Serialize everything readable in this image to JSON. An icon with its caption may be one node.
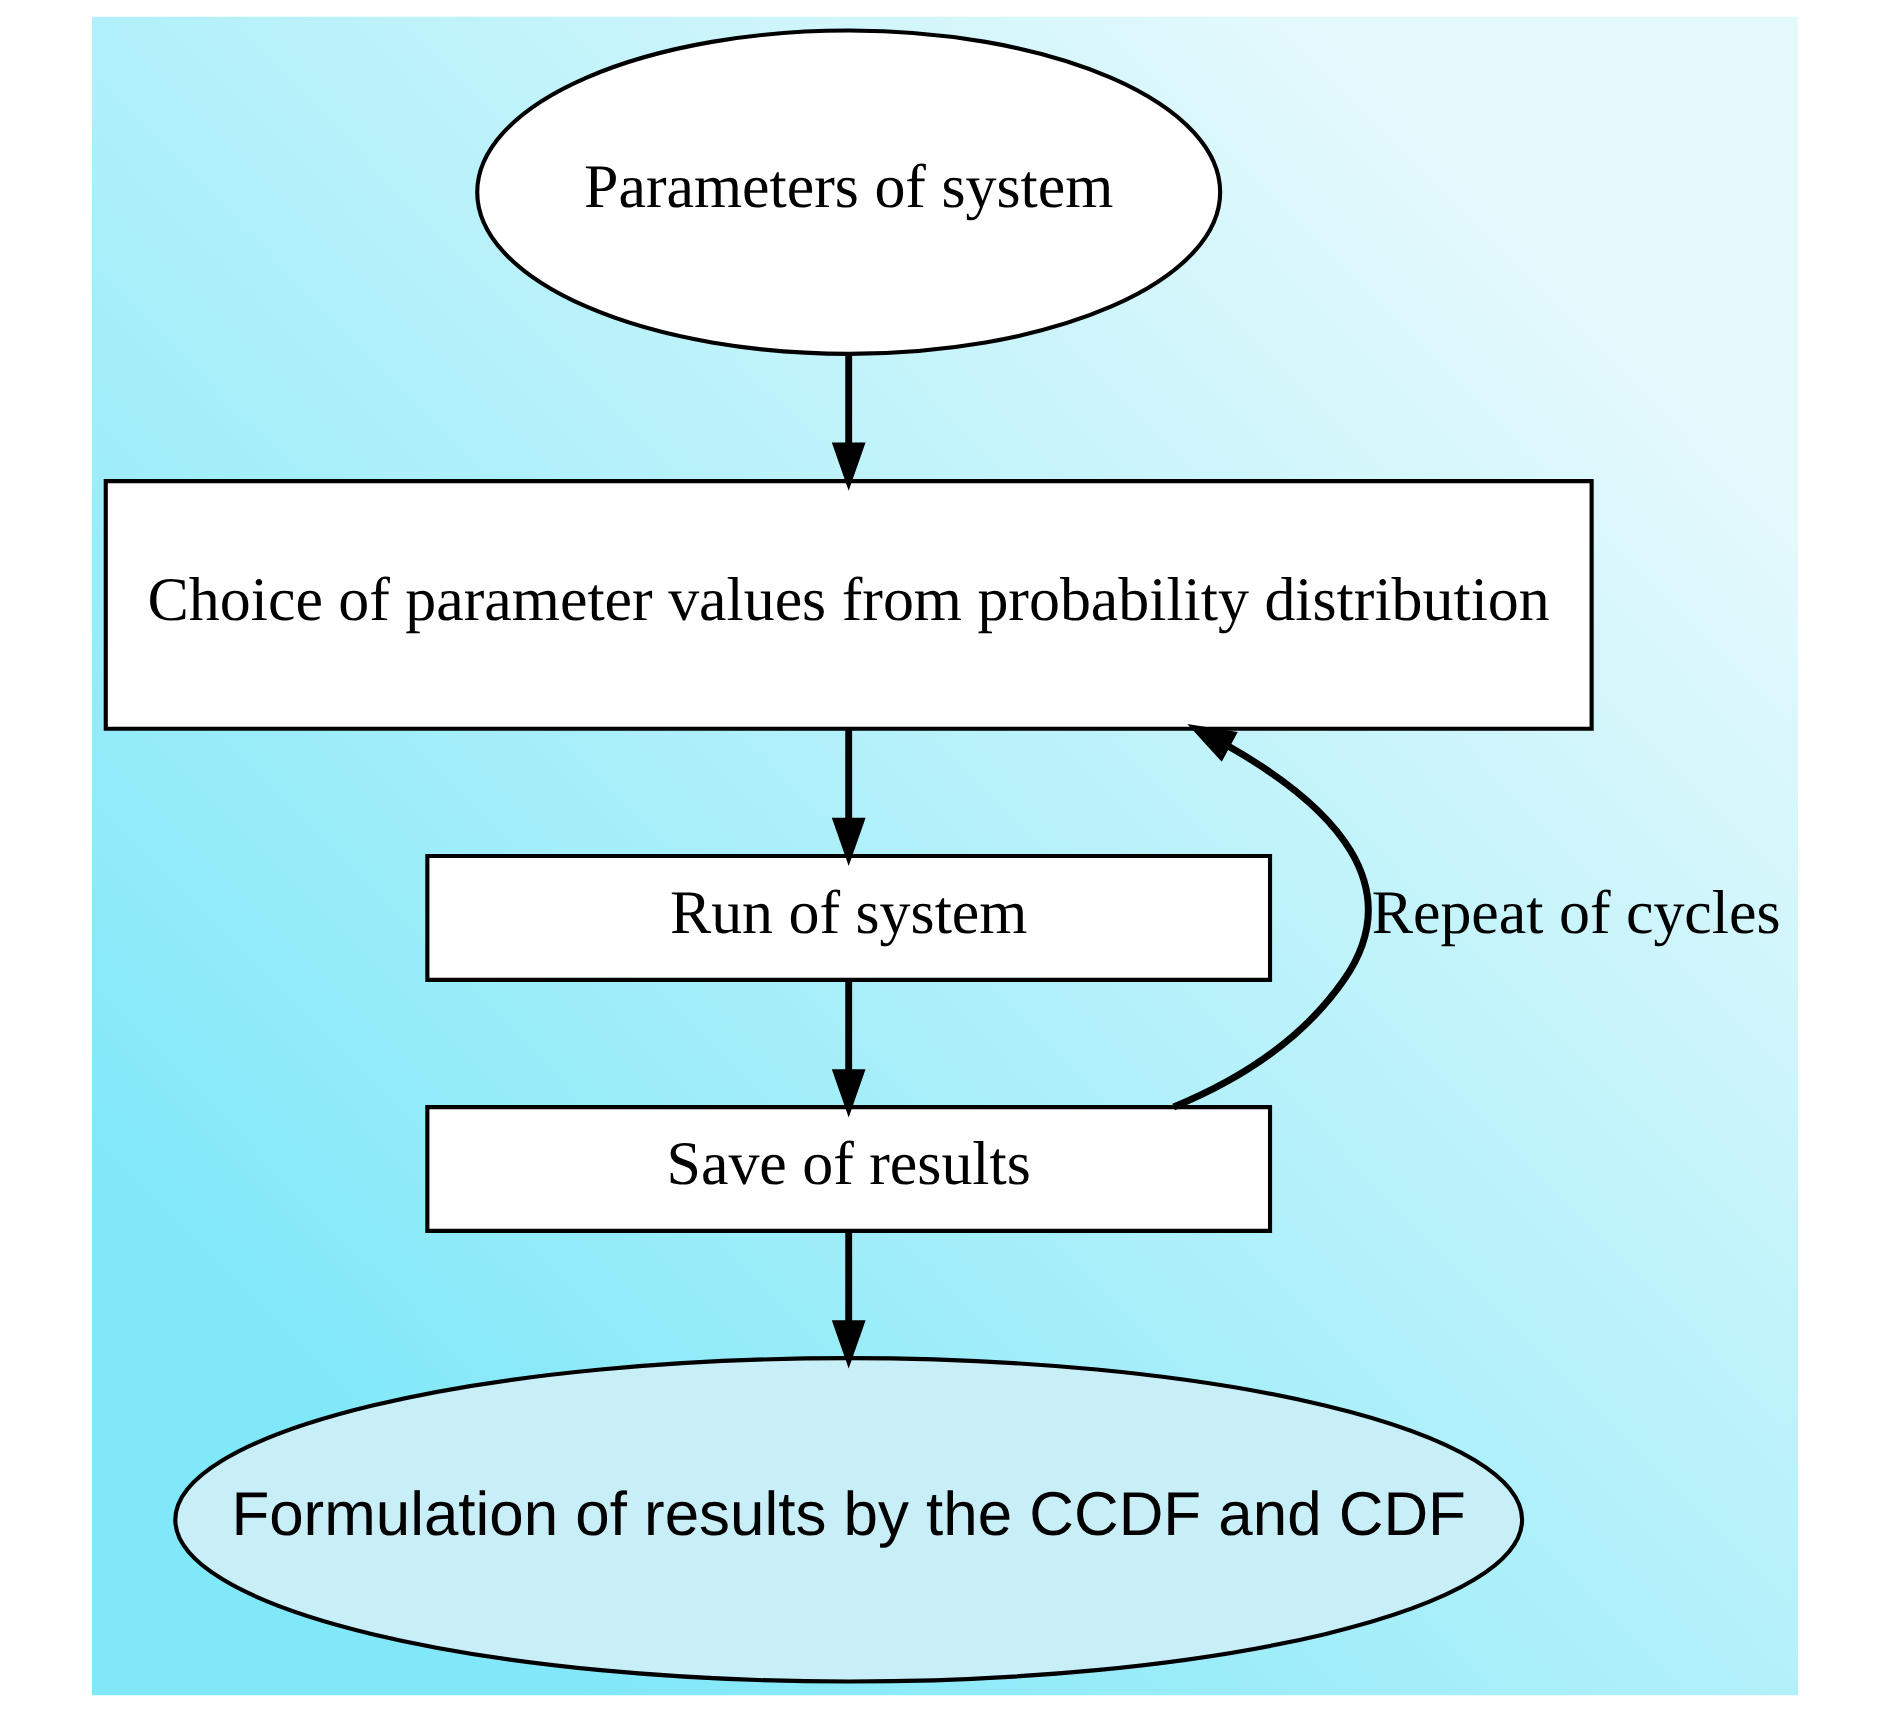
{
  "diagram": {
    "nodes": [
      {
        "text": [
          "Parameters of system"
        ]
      },
      {
        "text": [
          "Choice of parameter values from probability distribution"
        ]
      },
      {
        "text": [
          "Run of system"
        ]
      },
      {
        "text": [
          "Save of results"
        ]
      },
      {
        "text": [
          "Formulation of results by the CCDF and CDF"
        ]
      }
    ],
    "edges": [
      {
        "from": 0,
        "to": 1,
        "arrow": "to"
      },
      {
        "from": 1,
        "to": 2,
        "arrow": "to"
      },
      {
        "from": 2,
        "to": 3,
        "arrow": "to"
      },
      {
        "from": 3,
        "to": 4,
        "arrow": "to"
      },
      {
        "from": 3,
        "to": 1,
        "arrow": "to",
        "label": "Repeat of cycles"
      }
    ]
  }
}
